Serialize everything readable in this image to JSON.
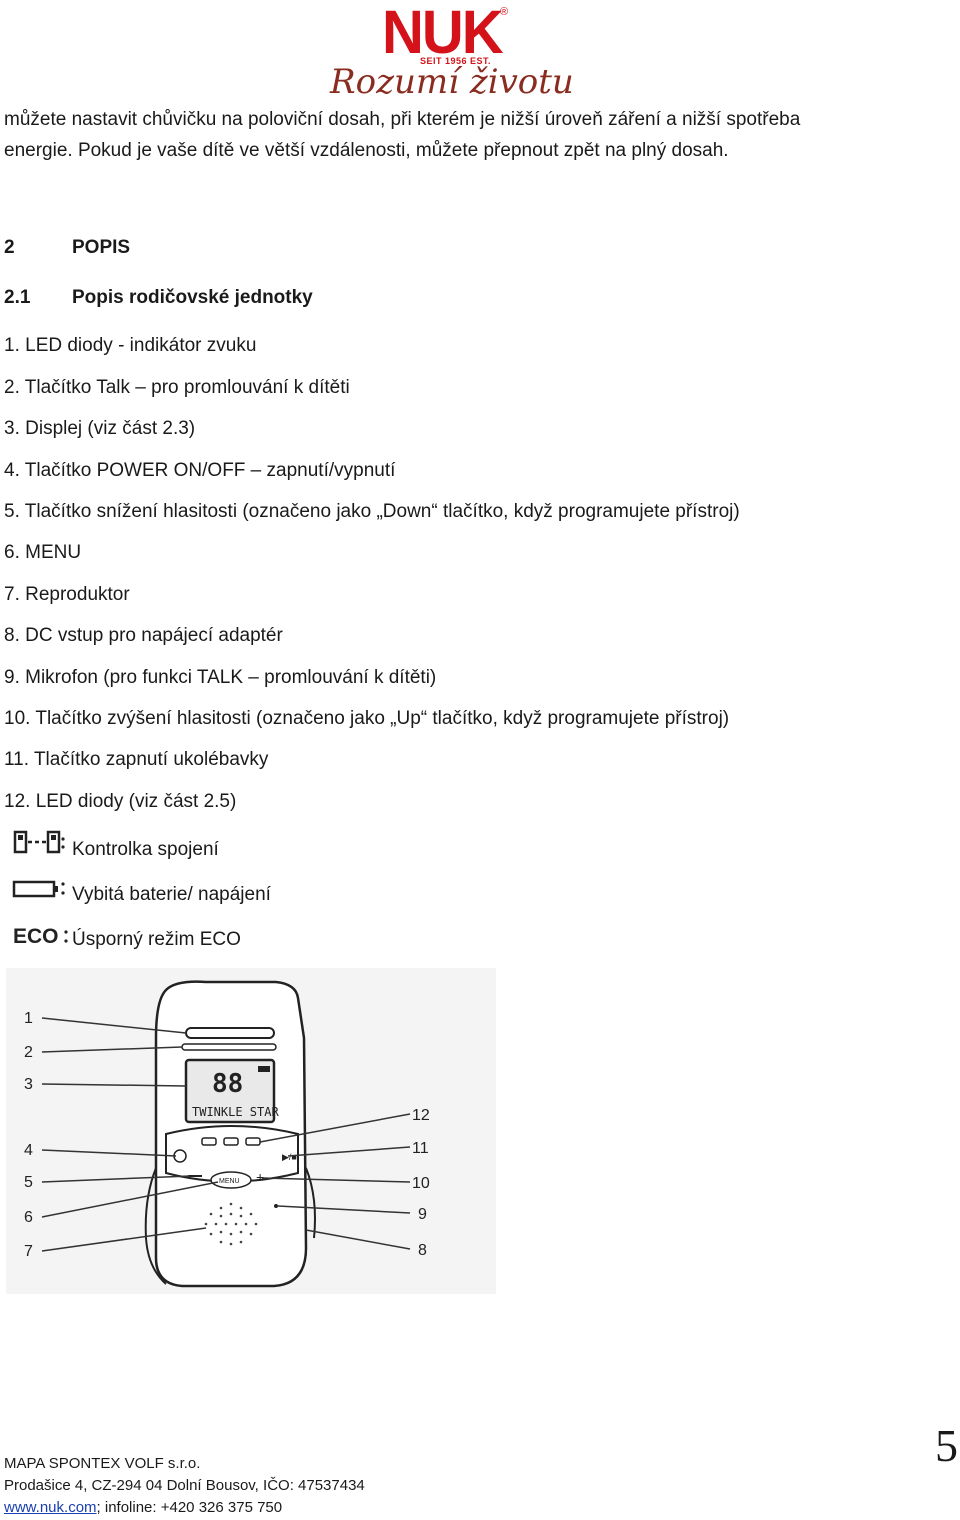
{
  "header": {
    "logo_brand": "NUK",
    "logo_registered": "®",
    "logo_since": "SEIT 1956 EST.",
    "logo_tagline": "Rozumí životu"
  },
  "intro": {
    "line1": "můžete nastavit chůvičku na poloviční dosah, při kterém je nižší úroveň záření a nižší spotřeba",
    "line2": "energie. Pokud je vaše dítě ve větší vzdálenosti, můžete přepnout zpět na plný dosah."
  },
  "section": {
    "number": "2",
    "title": "POPIS"
  },
  "subsection": {
    "number": "2.1",
    "title": "Popis rodičovské jednotky"
  },
  "items": [
    "1. LED diody - indikátor zvuku",
    "2. Tlačítko Talk – pro promlouvání k dítěti",
    "3. Displej (viz část 2.3)",
    "4. Tlačítko POWER ON/OFF – zapnutí/vypnutí",
    "5. Tlačítko snížení hlasitosti (označeno jako „Down“ tlačítko, když programujete přístroj)",
    "6. MENU",
    "7. Reproduktor",
    "8. DC vstup pro napájecí adaptér",
    "9. Mikrofon (pro funkci TALK – promlouvání k dítěti)",
    "10. Tlačítko zvýšení hlasitosti (označeno jako „Up“ tlačítko, když programujete přístroj)",
    "11. Tlačítko zapnutí ukolébavky",
    "12. LED diody (viz část 2.5)"
  ],
  "legend": [
    {
      "icon": "link-status-icon",
      "label": "Kontrolka spojení"
    },
    {
      "icon": "battery-icon",
      "label": "Vybitá baterie/ napájení"
    },
    {
      "icon": "eco-icon",
      "label": "Úsporný režim ECO"
    }
  ],
  "diagram": {
    "eco_text": "ECO",
    "display_digits": "88",
    "display_text": "TWINKLE STAR",
    "menu_label": "MENU",
    "left_callouts": [
      "1",
      "2",
      "3",
      "4",
      "5",
      "6",
      "7"
    ],
    "right_callouts": [
      "12",
      "11",
      "10",
      "9",
      "8"
    ]
  },
  "footer": {
    "company": "MAPA SPONTEX VOLF s.r.o.",
    "address": "Prodašice 4, CZ-294 04 Dolní Bousov, IČO: 47537434",
    "website": "www.nuk.com",
    "infoline": "; infoline: +420 326 375 750",
    "page_number": "5"
  }
}
